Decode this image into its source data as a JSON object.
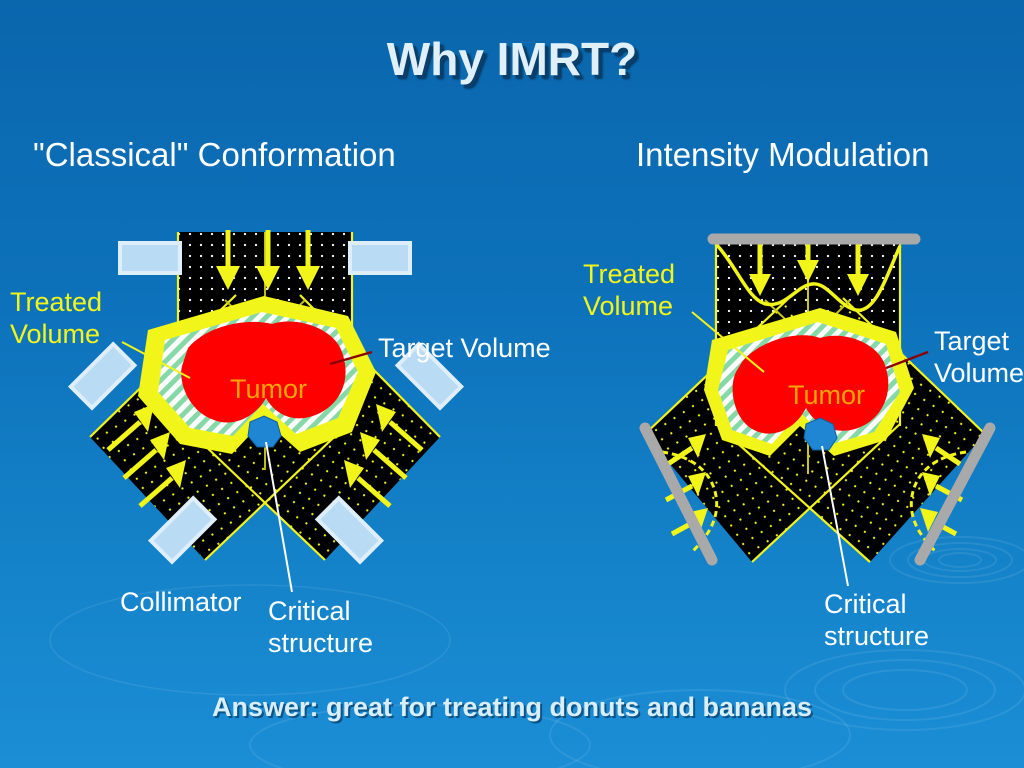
{
  "slide": {
    "title": "Why IMRT?",
    "answer": "Answer: great for treating donuts and bananas",
    "background_top_color": "#0a66ad",
    "background_bottom_color": "#1b8ed6"
  },
  "panels": {
    "left": {
      "subtitle": "\"Classical\" Conformation",
      "labels": {
        "treated_volume": "Treated\nVolume",
        "target_volume": "Target Volume",
        "collimator": "Collimator",
        "critical_structure": "Critical\nstructure",
        "tumor": "Tumor"
      },
      "beam_count": 3,
      "beam_shaping_device": "collimator",
      "beam_profile": "uniform"
    },
    "right": {
      "subtitle": "Intensity Modulation",
      "labels": {
        "treated_volume": "Treated\nVolume",
        "target_volume": "Target\nVolume",
        "critical_structure": "Critical\nstructure",
        "tumor": "Tumor"
      },
      "beam_count": 3,
      "beam_shaping_device": "modulator",
      "beam_profile": "modulated"
    }
  },
  "colors": {
    "title_text": "#dff0fb",
    "subtitle_text": "#ffffff",
    "treated_volume_label": "#f2f519",
    "target_volume_label": "#ffffff",
    "tumor_fill": "#ff0000",
    "tumor_text": "#ffa500",
    "treated_volume_fill": "#f2f519",
    "beam_field_fill": "#000000",
    "beam_arrow": "#f2f519",
    "critical_structure_fill": "#1f86d4",
    "collimator_fill": "#b9dcf4",
    "modulator_fill": "#a9a9a9",
    "target_leader_line": "#8b0000",
    "margin_stripe_a": "#ffffff",
    "margin_stripe_b": "#7fd6a0"
  }
}
